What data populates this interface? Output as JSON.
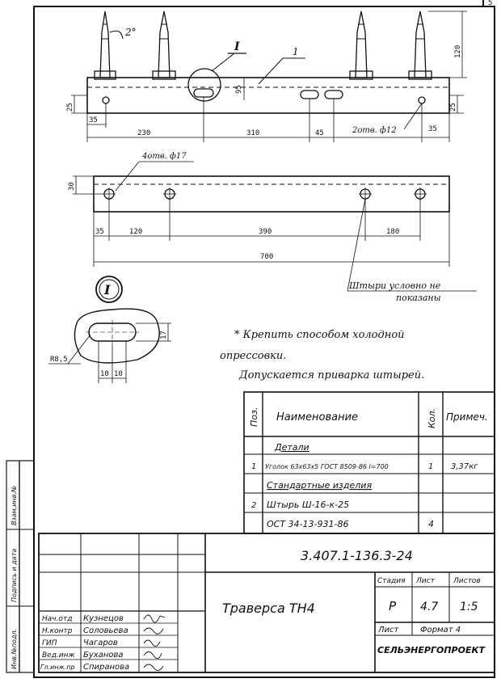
{
  "drawing": {
    "front_view": {
      "dims": {
        "angle": "2°",
        "height": "120",
        "sec_mark": "I",
        "pos_1": "1",
        "d25_left": "25",
        "d25_right": "25",
        "d35_left": "35",
        "d35_right": "35",
        "d95": "95",
        "d230": "230",
        "d310": "310",
        "d45": "45"
      },
      "holes_label": "2отв. ф12"
    },
    "top_view": {
      "dims": {
        "d30": "30",
        "d35": "35",
        "d120a": "120",
        "d390": "390",
        "d180": "180",
        "d700": "700"
      },
      "holes_label": "4отв. ф17",
      "pins_note_1": "Штыри условно не",
      "pins_note_2": "показаны"
    },
    "detail": {
      "mark": "I",
      "r": "R8,5",
      "d17": "17",
      "d10a": "10",
      "d10b": "10"
    },
    "notes": {
      "line1": "* Крепить способом холодной",
      "line2": "опрессовки.",
      "line3": "Допускается приварка штырей."
    }
  },
  "spec": {
    "headers": {
      "pos": "Поз.",
      "name": "Наименование",
      "qty": "Кол.",
      "note": "Примеч."
    },
    "section_details": "Детали",
    "rows": [
      {
        "pos": "1",
        "name": "Уголок 63х63х5 ГОСТ 8509-86 l=700",
        "qty": "1",
        "note": "3,37кг"
      }
    ],
    "section_std": "Стандартные изделия",
    "rows2": [
      {
        "pos": "2",
        "name": "Штырь Ш-16-к-25",
        "qty": "",
        "note": ""
      },
      {
        "pos": "",
        "name": "ОСТ 34-13-931-86",
        "qty": "4",
        "note": ""
      }
    ]
  },
  "title_block": {
    "doc_code": "3.407.1-136.3-24",
    "item_name": "Траверса ТН4",
    "headers": {
      "stage": "Стадия",
      "sheet": "Лист",
      "sheets": "Листов"
    },
    "stage": "Р",
    "sheet": "4.7",
    "scale": "1:5",
    "sheet_label": "Лист",
    "format": "Формат 4",
    "org": "СЕЛЬЭНЕРГОПРОЕКТ",
    "staff": [
      {
        "role": "Нач.отд",
        "name": "Кузнецов"
      },
      {
        "role": "Н.контр",
        "name": "Соловьева"
      },
      {
        "role": "ГИП",
        "name": "Чагаров"
      },
      {
        "role": "Вед.инж",
        "name": "Буханова"
      },
      {
        "role": "Гл.инж.пр",
        "name": "Спиранова"
      }
    ]
  },
  "margin_labels": {
    "a": "Взам.инв.№",
    "b": "Подпись и дата",
    "c": "Инв.№подл."
  },
  "corner_mark": "5"
}
